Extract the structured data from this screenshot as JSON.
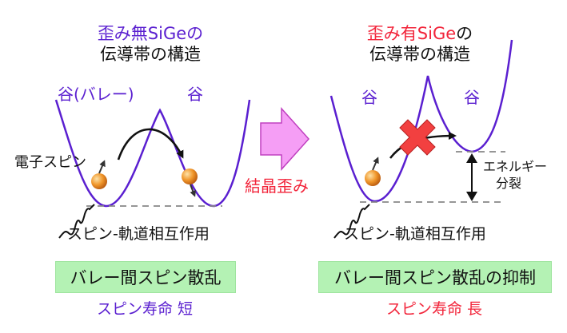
{
  "left": {
    "title_line1": "歪み無SiGeの",
    "title_line2": "伝導帯の構造",
    "valley_left_label": "谷(バレー)",
    "valley_right_label": "谷",
    "electron_spin_label": "電子スピン",
    "spin_orbit_label": "スピン-軌道相互作用",
    "scattering_box": "バレー間スピン散乱",
    "lifetime": "スピン寿命 短"
  },
  "middle": {
    "strain_label": "結晶歪み"
  },
  "right": {
    "title_line1_red": "歪み有SiGe",
    "title_line1_rest": "の",
    "title_line2": "伝導帯の構造",
    "valley_left_label": "谷",
    "valley_right_label": "谷",
    "energy_split_line1": "エネルギー",
    "energy_split_line2": "分裂",
    "spin_orbit_label": "スピン-軌道相互作用",
    "scattering_box": "バレー間スピン散乱の抑制",
    "lifetime": "スピン寿命 長"
  },
  "colors": {
    "band": "#5a1fd0",
    "accent_red": "#f2243a",
    "arrow_pink": "#f59ef5",
    "cross_red": "#f24040",
    "box_green": "#b4f2b4",
    "ball_orange": "#f0962a"
  }
}
